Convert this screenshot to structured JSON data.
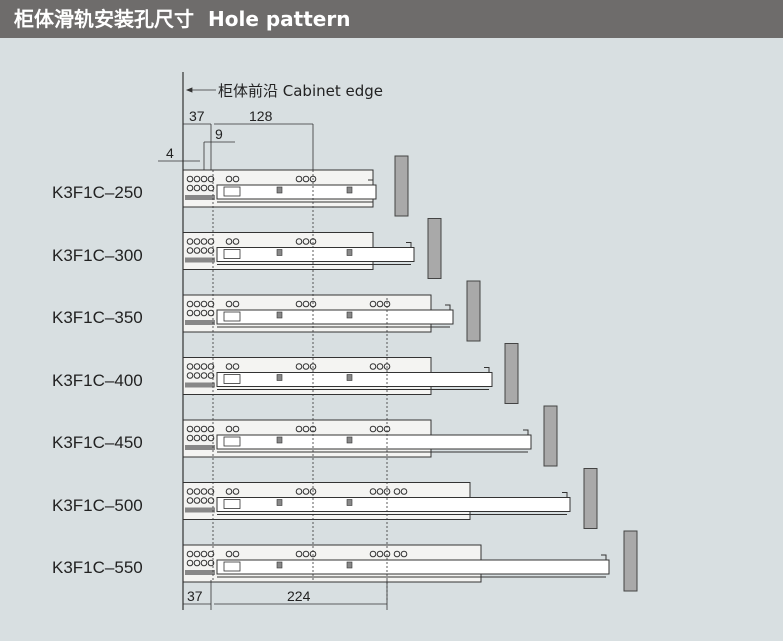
{
  "header": {
    "title_cn": "柜体滑轨安装孔尺寸",
    "title_en": "Hole pattern"
  },
  "annotations": {
    "cabinet_edge": "柜体前沿 Cabinet edge",
    "dim_37_top": "37",
    "dim_128": "128",
    "dim_9": "9",
    "dim_4": "4",
    "dim_37_bottom": "37",
    "dim_224": "224"
  },
  "models": [
    {
      "label": "K3F1C–250"
    },
    {
      "label": "K3F1C–300"
    },
    {
      "label": "K3F1C–350"
    },
    {
      "label": "K3F1C–400"
    },
    {
      "label": "K3F1C–450"
    },
    {
      "label": "K3F1C–500"
    },
    {
      "label": "K3F1C–550"
    }
  ],
  "colors": {
    "header_bg": "#6e6c6b",
    "background": "#d8dfe1",
    "panel": "#a9a9a9",
    "line": "#333333"
  }
}
